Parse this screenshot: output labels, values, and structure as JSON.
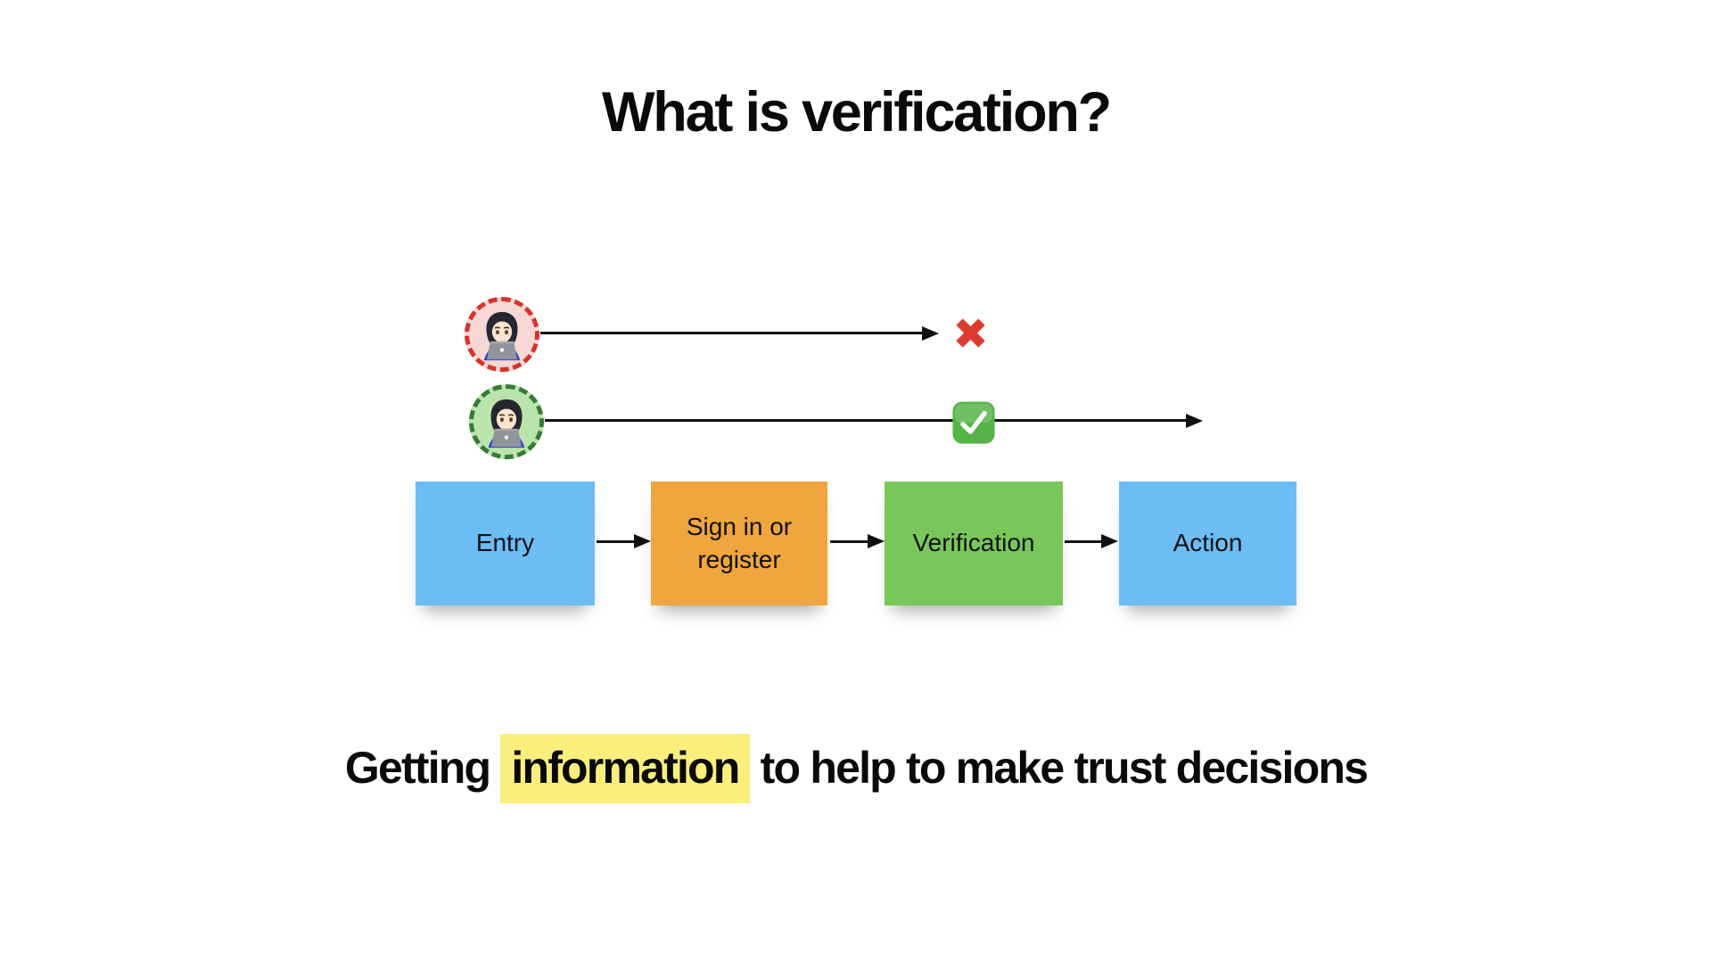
{
  "slide": {
    "title": "What is verification?",
    "background_color": "#ffffff"
  },
  "user_paths": {
    "rejected": {
      "avatar_icon": "woman-technologist-emoji",
      "circle_fill": "#f7d8d6",
      "circle_border": "#d6332a",
      "outcome_icon": "cross-mark",
      "outcome_color": "#dc3c30"
    },
    "accepted": {
      "avatar_icon": "woman-technologist-emoji",
      "circle_fill": "#bbe4ad",
      "circle_border": "#357b36",
      "outcome_icon": "check-mark",
      "outcome_color": "#56b348"
    }
  },
  "flow": {
    "steps": [
      {
        "label": "Entry",
        "color": "#6bbdf4"
      },
      {
        "label": "Sign in or register",
        "color": "#efa63e"
      },
      {
        "label": "Verification",
        "color": "#79c75a"
      },
      {
        "label": "Action",
        "color": "#6bbdf4"
      }
    ]
  },
  "caption": {
    "prefix": "Getting ",
    "highlight": "information",
    "suffix": " to help to make trust decisions",
    "highlight_color": "#faef7d"
  }
}
